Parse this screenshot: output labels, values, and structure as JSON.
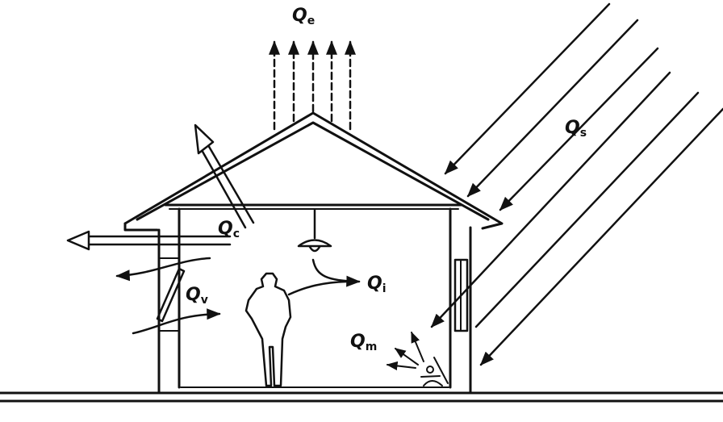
{
  "labels": {
    "emitted": {
      "main": "Q",
      "sub": "e"
    },
    "solar": {
      "main": "Q",
      "sub": "s"
    },
    "conduction": {
      "main": "Q",
      "sub": "c"
    },
    "internal": {
      "main": "Q",
      "sub": "i"
    },
    "ventilation": {
      "main": "Q",
      "sub": "v"
    },
    "mechanical": {
      "main": "Q",
      "sub": "m"
    }
  },
  "colors": {
    "ink": "#111111",
    "background": "#ffffff"
  }
}
